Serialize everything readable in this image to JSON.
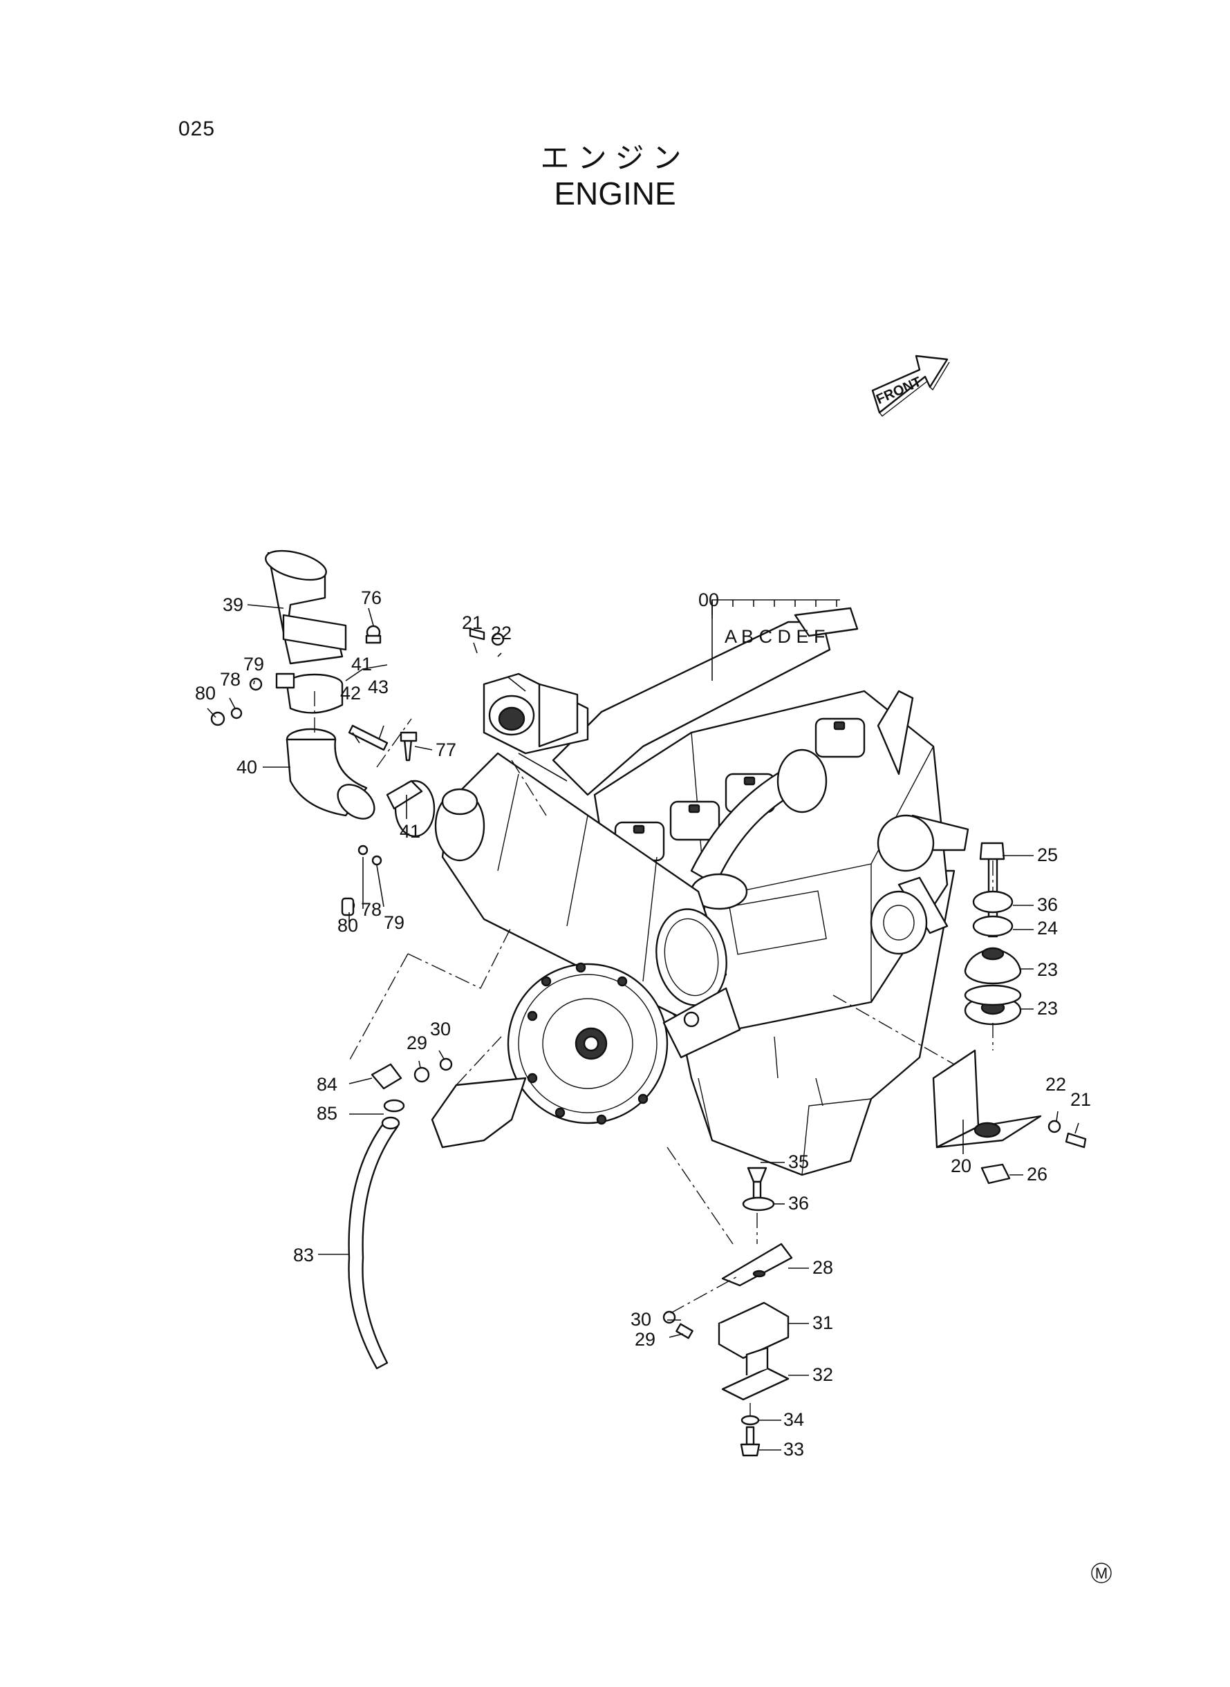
{
  "page": {
    "number": "025",
    "title_jp": "エンジン",
    "title_en": "ENGINE",
    "front_label": "FRONT",
    "corner_mark": "M"
  },
  "callouts": [
    {
      "id": "00",
      "label": "00"
    },
    {
      "id": "variants",
      "label": "A B C D E F"
    },
    {
      "id": "20",
      "label": "20"
    },
    {
      "id": "21a",
      "label": "21"
    },
    {
      "id": "21b",
      "label": "21"
    },
    {
      "id": "22a",
      "label": "22"
    },
    {
      "id": "22b",
      "label": "22"
    },
    {
      "id": "23a",
      "label": "23"
    },
    {
      "id": "23b",
      "label": "23"
    },
    {
      "id": "24",
      "label": "24"
    },
    {
      "id": "25",
      "label": "25"
    },
    {
      "id": "26",
      "label": "26"
    },
    {
      "id": "28",
      "label": "28"
    },
    {
      "id": "29a",
      "label": "29"
    },
    {
      "id": "29b",
      "label": "29"
    },
    {
      "id": "30a",
      "label": "30"
    },
    {
      "id": "30b",
      "label": "30"
    },
    {
      "id": "31",
      "label": "31"
    },
    {
      "id": "32",
      "label": "32"
    },
    {
      "id": "33",
      "label": "33"
    },
    {
      "id": "34",
      "label": "34"
    },
    {
      "id": "35",
      "label": "35"
    },
    {
      "id": "36a",
      "label": "36"
    },
    {
      "id": "36b",
      "label": "36"
    },
    {
      "id": "39",
      "label": "39"
    },
    {
      "id": "40",
      "label": "40"
    },
    {
      "id": "41a",
      "label": "41"
    },
    {
      "id": "41b",
      "label": "41"
    },
    {
      "id": "42",
      "label": "42"
    },
    {
      "id": "43",
      "label": "43"
    },
    {
      "id": "76",
      "label": "76"
    },
    {
      "id": "77",
      "label": "77"
    },
    {
      "id": "78a",
      "label": "78"
    },
    {
      "id": "78b",
      "label": "78"
    },
    {
      "id": "79a",
      "label": "79"
    },
    {
      "id": "79b",
      "label": "79"
    },
    {
      "id": "80a",
      "label": "80"
    },
    {
      "id": "80b",
      "label": "80"
    },
    {
      "id": "83",
      "label": "83"
    },
    {
      "id": "84",
      "label": "84"
    },
    {
      "id": "85",
      "label": "85"
    }
  ]
}
